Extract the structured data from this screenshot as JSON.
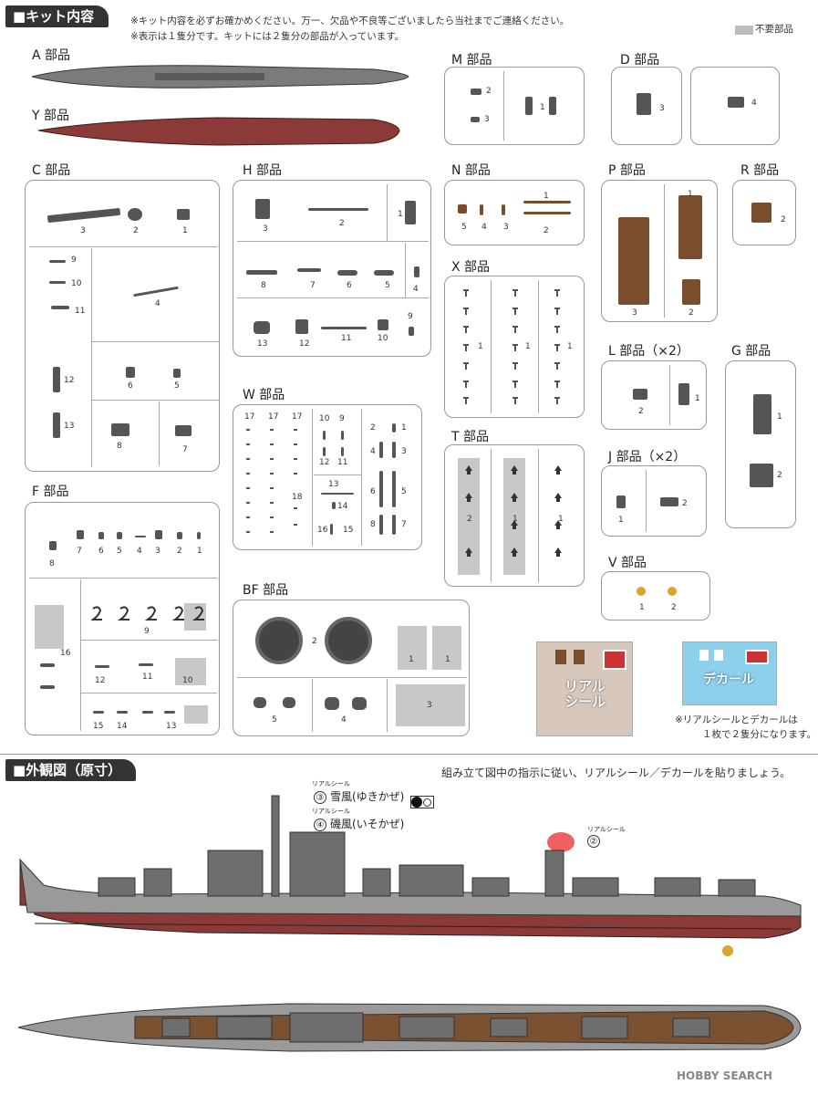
{
  "section1": {
    "title": "■キット内容",
    "note1": "※キット内容を必ずお確かめください。万一、欠品や不良等ございましたら当社までご連絡ください。",
    "note2": "※表示は１隻分です。キットには２隻分の部品が入っています。",
    "legend": "不要部品"
  },
  "labels": {
    "A": "A 部品",
    "Y": "Y 部品",
    "C": "C 部品",
    "H": "H 部品",
    "M": "M 部品",
    "D": "D 部品",
    "N": "N 部品",
    "P": "P 部品",
    "R": "R 部品",
    "X": "X 部品",
    "L": "L 部品（×2）",
    "G": "G 部品",
    "W": "W 部品",
    "T": "T 部品",
    "J": "J 部品（×2）",
    "F": "F 部品",
    "V": "V 部品",
    "BF": "BF 部品"
  },
  "decals": {
    "real_seal": "リアル\nシール",
    "real_seal_line1": "リアル",
    "real_seal_line2": "シール",
    "decal": "デカール",
    "note1": "※リアルシールとデカールは",
    "note2": "１枚で２隻分になります。"
  },
  "section2": {
    "title": "■外観図（原寸）",
    "instruction": "組み立て図中の指示に従い、リアルシール／デカールを貼りましょう。",
    "seal_small": "リアルシール",
    "item3_num": "③",
    "item3_text": "雪風(ゆきかぜ)",
    "item4_num": "④",
    "item4_text": "磯風(いそかぜ)",
    "item2_num": "②"
  },
  "watermark": "HOBBY SEARCH",
  "nums": {
    "m2": "2",
    "m3": "3",
    "m1": "1",
    "d3": "3",
    "d4": "4",
    "c3": "3",
    "c2": "2",
    "c1": "1",
    "c9": "9",
    "c10": "10",
    "c11": "11",
    "c4": "4",
    "c6": "6",
    "c5": "5",
    "c12": "12",
    "c13": "13",
    "c8": "8",
    "c7": "7",
    "h3": "3",
    "h2": "2",
    "h1": "1",
    "h8": "8",
    "h7": "7",
    "h6": "6",
    "h5": "5",
    "h4": "4",
    "h13": "13",
    "h12": "12",
    "h11": "11",
    "h10": "10",
    "h9": "9",
    "n5": "5",
    "n4": "4",
    "n3": "3",
    "n2": "2",
    "n1": "1",
    "p1": "1",
    "p3": "3",
    "p2": "2",
    "r2": "2",
    "x1a": "1",
    "x1b": "1",
    "x1c": "1",
    "l2": "2",
    "l1": "1",
    "g1": "1",
    "g2": "2",
    "j1": "1",
    "j2": "2",
    "v1": "1",
    "v2": "2",
    "t2": "2",
    "t1a": "1",
    "t1b": "1",
    "w17a": "17",
    "w17b": "17",
    "w17c": "17",
    "w10": "10",
    "w9": "9",
    "w12": "12",
    "w11": "11",
    "w13": "13",
    "w18": "18",
    "w14": "14",
    "w16": "16",
    "w15": "15",
    "w2": "2",
    "w1": "1",
    "w4": "4",
    "w3": "3",
    "w6": "6",
    "w5": "5",
    "w8": "8",
    "w7": "7",
    "f8": "8",
    "f7": "7",
    "f6": "6",
    "f5": "5",
    "f4": "4",
    "f3": "3",
    "f2": "2",
    "f1": "1",
    "f16": "16",
    "f9": "9",
    "f12": "12",
    "f11": "11",
    "f10": "10",
    "f15": "15",
    "f14": "14",
    "f13": "13",
    "bf2": "2",
    "bf1a": "1",
    "bf1b": "1",
    "bf5": "5",
    "bf4": "4",
    "bf3": "3"
  }
}
